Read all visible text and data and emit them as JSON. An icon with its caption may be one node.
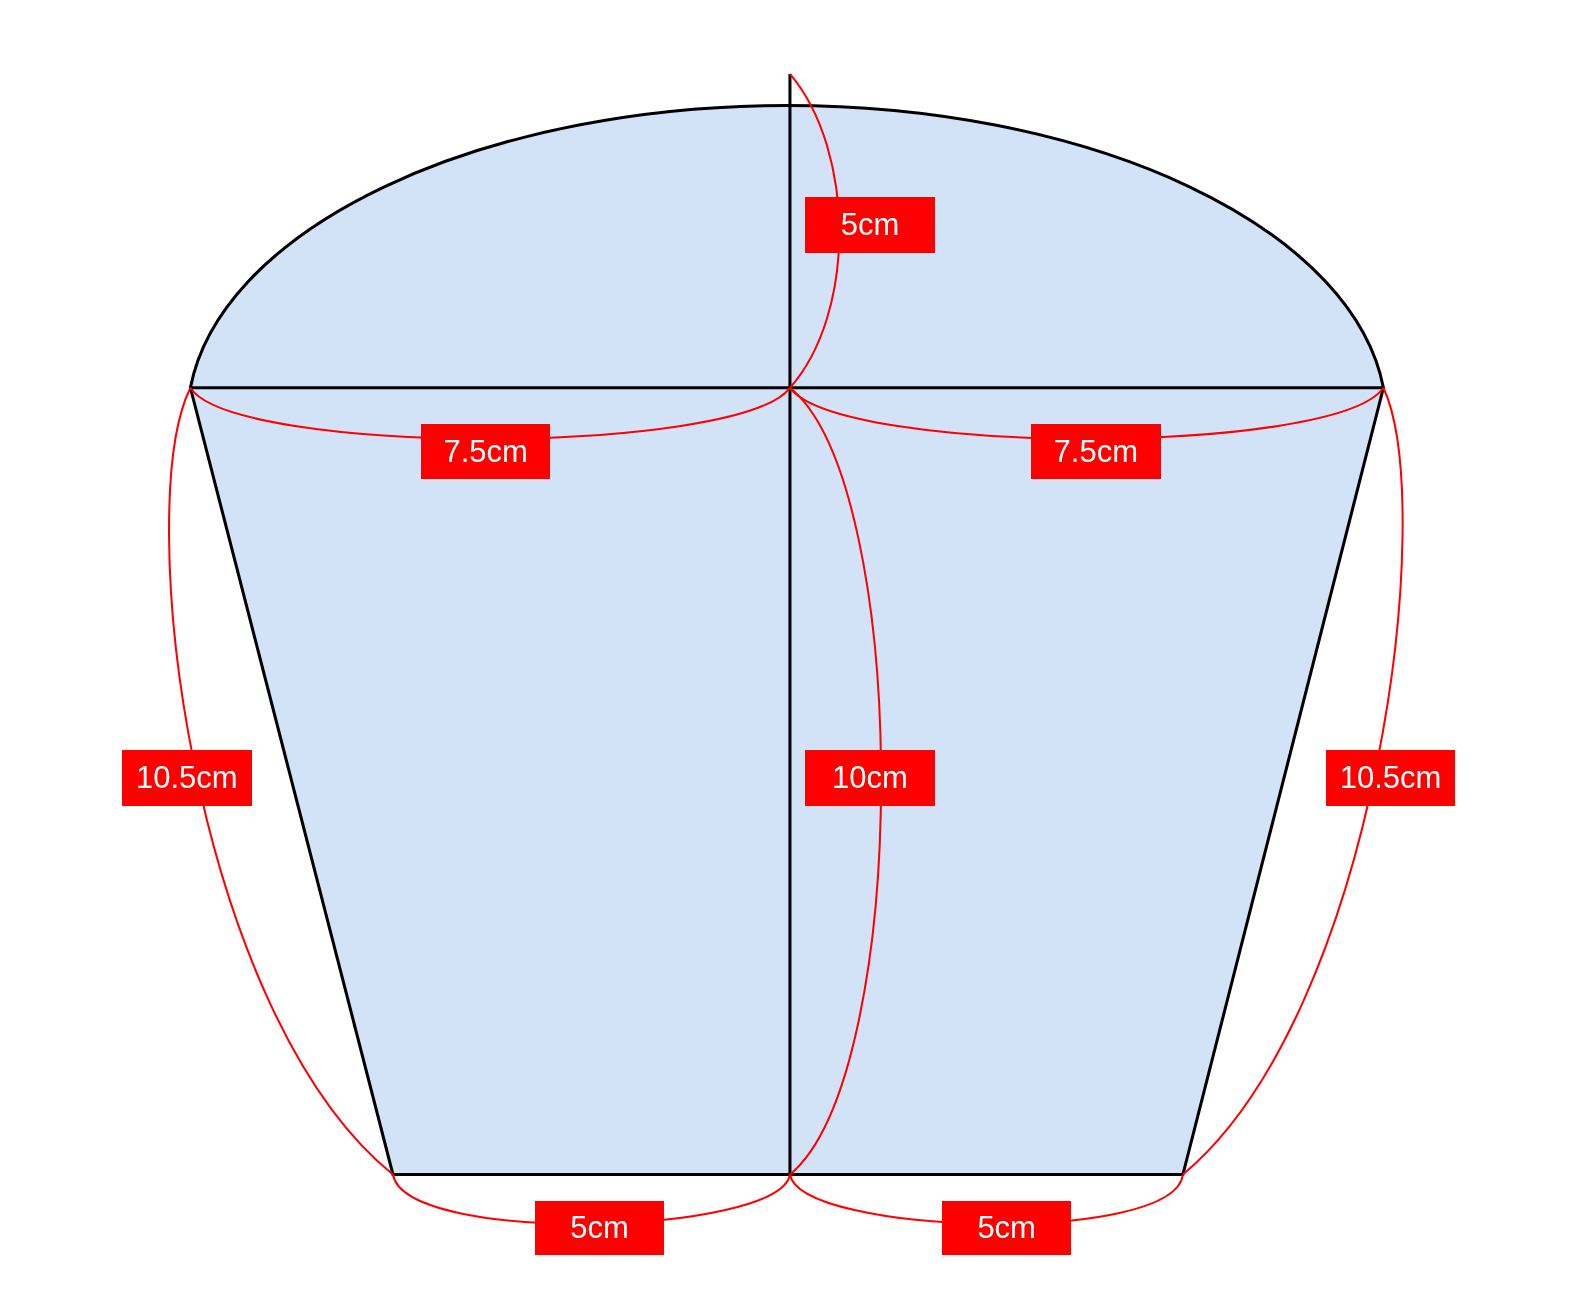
{
  "diagram": {
    "labels": [
      "5cm",
      "7.5cm",
      "7.5cm",
      "10.5cm",
      "10cm",
      "10.5cm",
      "5cm",
      "5cm"
    ]
  }
}
